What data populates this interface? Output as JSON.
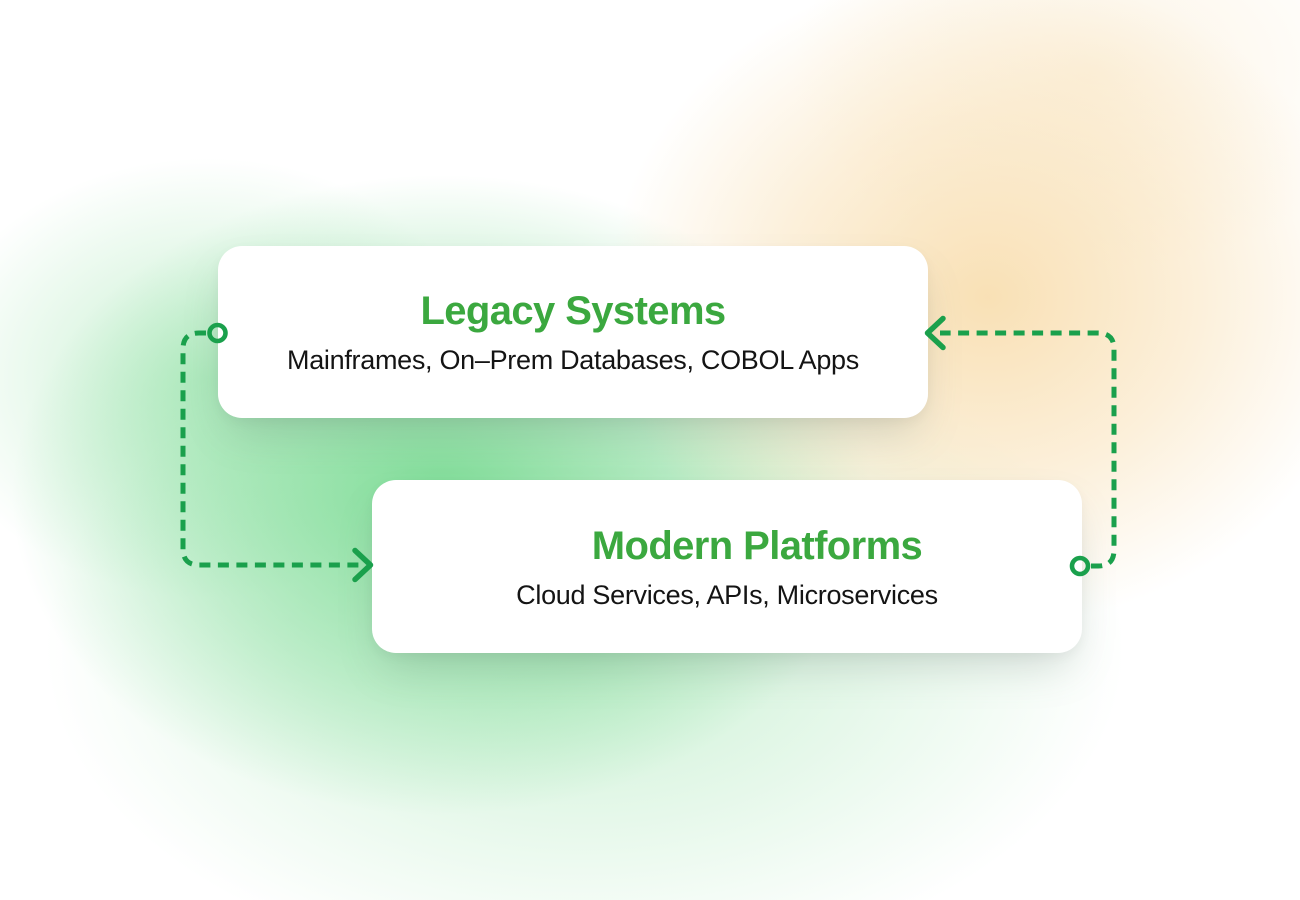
{
  "diagram": {
    "cards": [
      {
        "id": "legacy-systems",
        "title": "Legacy Systems",
        "subtitle": "Mainframes, On–Prem Databases, COBOL Apps"
      },
      {
        "id": "modern-platforms",
        "title": "Modern Platforms",
        "subtitle": "Cloud Services, APIs, Microservices"
      }
    ],
    "connectors": [
      {
        "id": "legacy-to-modern",
        "from": "Legacy Systems",
        "to": "Modern Platforms",
        "line_style": "dashed",
        "start_marker": "circle",
        "end_marker": "arrowhead"
      },
      {
        "id": "modern-to-legacy",
        "from": "Modern Platforms",
        "to": "Legacy Systems",
        "line_style": "dashed",
        "start_marker": "circle",
        "end_marker": "arrowhead"
      }
    ]
  },
  "colors": {
    "title_green": "#3BA83F",
    "connector_green": "#1aa04c",
    "body_text": "#141414",
    "card_bg": "#ffffff",
    "glow_green": "#7bdb94",
    "glow_peach": "#f8ddad",
    "page_bg": "#ffffff"
  }
}
